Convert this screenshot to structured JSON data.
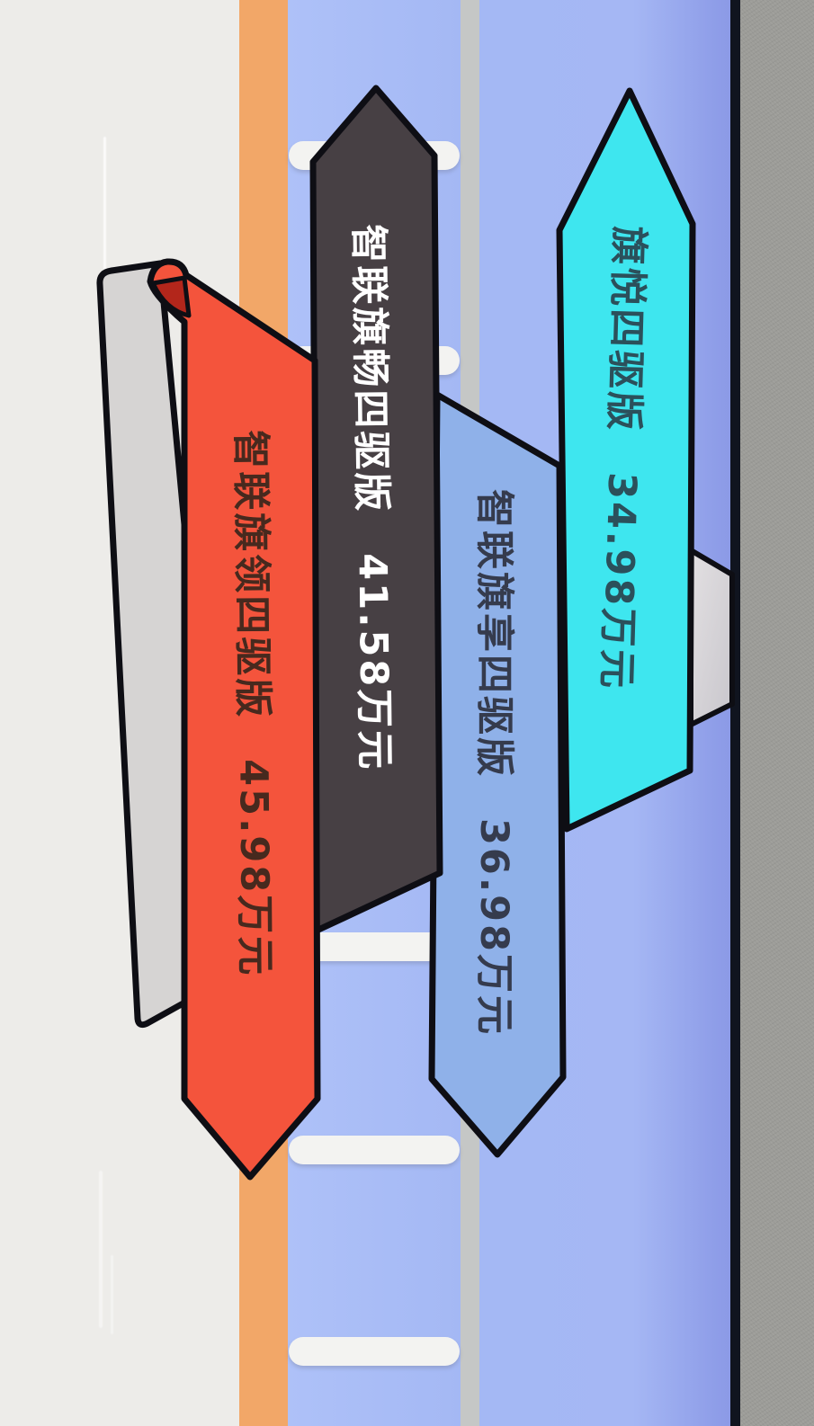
{
  "banners": [
    {
      "id": "zhilian-qiling-4wd",
      "name": "智联旗领四驱版",
      "price": "45.98万元",
      "fill": "#F4543C",
      "text_color": "#47291E"
    },
    {
      "id": "zhilian-qichang-4wd",
      "name": "智联旗畅四驱版",
      "price": "41.58万元",
      "fill": "#474044",
      "text_color": "#FFFFFF"
    },
    {
      "id": "zhilian-qixiang-4wd",
      "name": "智联旗享四驱版",
      "price": "36.98万元",
      "fill": "#8FB1E9",
      "text_color": "#353B4D"
    },
    {
      "id": "qiyue-4wd",
      "name": "旗悦四驱版",
      "price": "34.98万元",
      "fill": "#3EE6EF",
      "text_color": "#2B505B"
    }
  ],
  "chart_data": {
    "type": "table",
    "categories": [
      "智联旗领四驱版",
      "智联旗畅四驱版",
      "智联旗享四驱版",
      "旗悦四驱版"
    ],
    "values": [
      45.98,
      41.58,
      36.98,
      34.98
    ],
    "unit": "万元"
  },
  "scene": {
    "background_left": "#EDECE9",
    "roadside_stripe_orange": "#F2A768",
    "road_gradient_left": "#AEC1F8",
    "road_gradient_right": "#8E9DE8",
    "lane_divider_stripe": "#C5C7C6",
    "lane_dash_color": "#F3F3F1",
    "curb_line": "#10141F",
    "roadside_gray": "#9C9C98",
    "ribbon_backside_gray": "#D6D4D3",
    "ribbon_curl_red": "#B3261B",
    "ribbon_fold_gray": "#D9D5D8",
    "outline": "#0E0E14"
  }
}
